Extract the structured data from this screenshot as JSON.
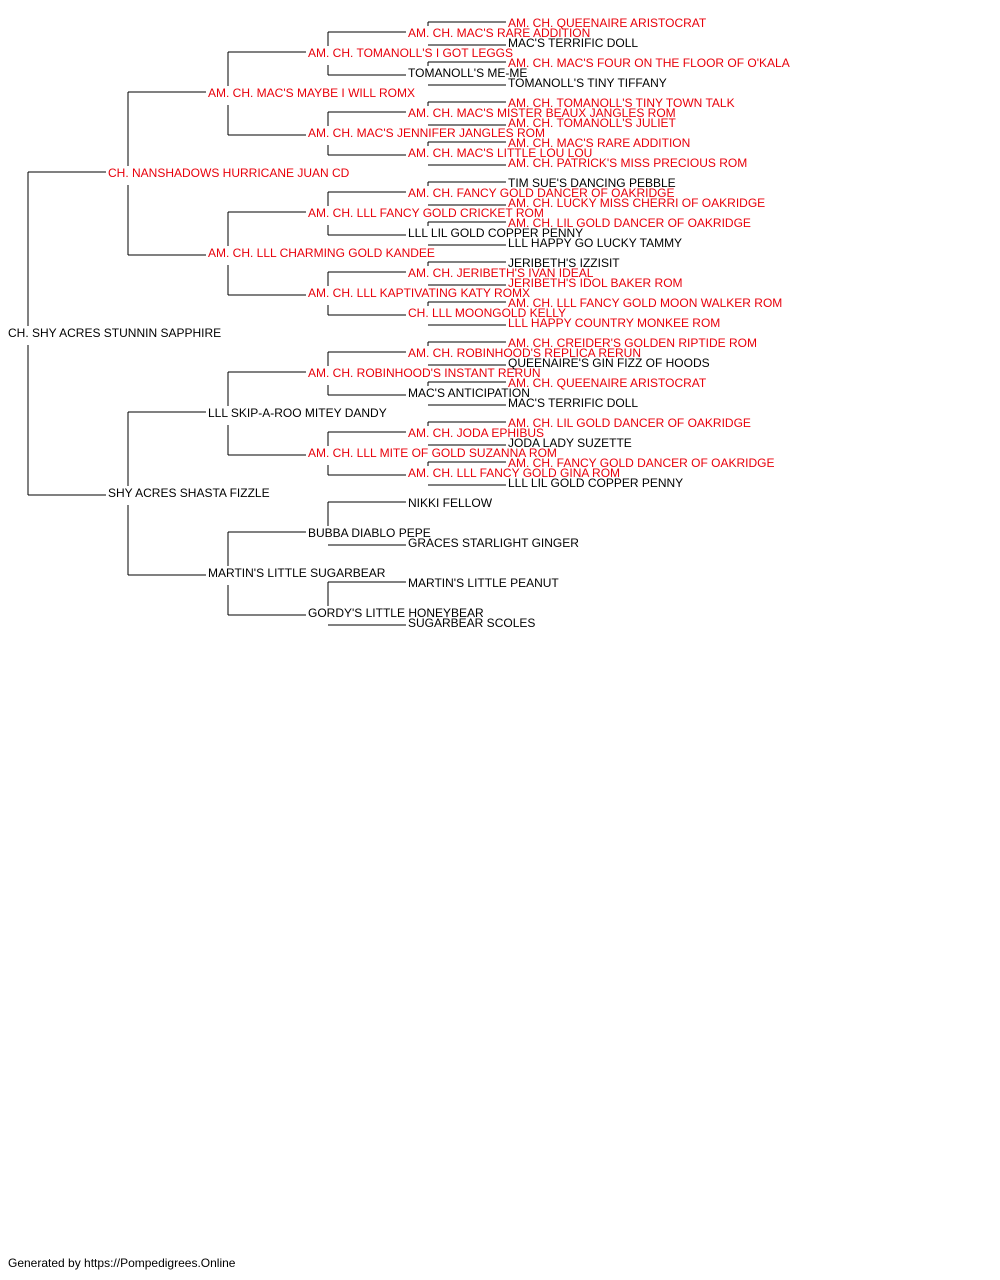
{
  "colors": {
    "champion": "#e8000b",
    "normal": "#000000"
  },
  "footer": "Generated by https://Pompedigrees.Online",
  "pedigree": {
    "name": "CH. SHY ACRES STUNNIN SAPPHIRE",
    "champion": false,
    "sire": {
      "name": "CH. NANSHADOWS HURRICANE JUAN CD",
      "champion": true,
      "sire": {
        "name": "AM. CH. MAC'S MAYBE I WILL ROMX",
        "champion": true,
        "sire": {
          "name": "AM. CH. TOMANOLL'S I GOT LEGGS",
          "champion": true,
          "sire": {
            "name": "AM. CH. MAC'S RARE ADDITION",
            "champion": true,
            "sire": {
              "name": "AM. CH. QUEENAIRE ARISTOCRAT",
              "champion": true
            },
            "dam": {
              "name": "MAC'S TERRIFIC DOLL",
              "champion": false
            }
          },
          "dam": {
            "name": "TOMANOLL'S ME-ME",
            "champion": false,
            "sire": {
              "name": "AM. CH. MAC'S FOUR ON THE FLOOR OF O'KALA",
              "champion": true
            },
            "dam": {
              "name": "TOMANOLL'S TINY TIFFANY",
              "champion": false
            }
          }
        },
        "dam": {
          "name": "AM. CH. MAC'S JENNIFER JANGLES ROM",
          "champion": true,
          "sire": {
            "name": "AM. CH. MAC'S MISTER BEAUX JANGLES ROM",
            "champion": true,
            "sire": {
              "name": "AM. CH. TOMANOLL'S TINY TOWN TALK",
              "champion": true
            },
            "dam": {
              "name": "AM. CH. TOMANOLL'S JULIET",
              "champion": true
            }
          },
          "dam": {
            "name": "AM. CH. MAC'S LITTLE LOU LOU",
            "champion": true,
            "sire": {
              "name": "AM. CH. MAC'S RARE ADDITION",
              "champion": true
            },
            "dam": {
              "name": "AM. CH. PATRICK'S MISS PRECIOUS ROM",
              "champion": true
            }
          }
        }
      },
      "dam": {
        "name": "AM. CH. LLL CHARMING GOLD KANDEE",
        "champion": true,
        "sire": {
          "name": "AM. CH. LLL FANCY GOLD CRICKET ROM",
          "champion": true,
          "sire": {
            "name": "AM. CH. FANCY GOLD DANCER OF OAKRIDGE",
            "champion": true,
            "sire": {
              "name": "TIM SUE'S DANCING PEBBLE",
              "champion": false
            },
            "dam": {
              "name": "AM. CH. LUCKY MISS CHERRI OF OAKRIDGE",
              "champion": true
            }
          },
          "dam": {
            "name": "LLL LIL GOLD COPPER PENNY",
            "champion": false,
            "sire": {
              "name": "AM. CH. LIL GOLD DANCER OF OAKRIDGE",
              "champion": true
            },
            "dam": {
              "name": "LLL HAPPY GO LUCKY TAMMY",
              "champion": false
            }
          }
        },
        "dam": {
          "name": "AM. CH. LLL KAPTIVATING KATY ROMX",
          "champion": true,
          "sire": {
            "name": "AM. CH. JERIBETH'S IVAN IDEAL",
            "champion": true,
            "sire": {
              "name": "JERIBETH'S IZZISIT",
              "champion": false
            },
            "dam": {
              "name": "JERIBETH'S IDOL BAKER ROM",
              "champion": true
            }
          },
          "dam": {
            "name": "CH. LLL MOONGOLD KELLY",
            "champion": true,
            "sire": {
              "name": "AM. CH. LLL FANCY GOLD MOON WALKER ROM",
              "champion": true
            },
            "dam": {
              "name": "LLL HAPPY COUNTRY MONKEE ROM",
              "champion": true
            }
          }
        }
      }
    },
    "dam": {
      "name": "SHY ACRES SHASTA FIZZLE",
      "champion": false,
      "sire": {
        "name": "LLL SKIP-A-ROO MITEY DANDY",
        "champion": false,
        "sire": {
          "name": "AM. CH. ROBINHOOD'S INSTANT RERUN",
          "champion": true,
          "sire": {
            "name": "AM. CH. ROBINHOOD'S REPLICA RERUN",
            "champion": true,
            "sire": {
              "name": "AM. CH. CREIDER'S GOLDEN RIPTIDE ROM",
              "champion": true
            },
            "dam": {
              "name": "QUEENAIRE'S GIN FIZZ OF HOODS",
              "champion": false
            }
          },
          "dam": {
            "name": "MAC'S ANTICIPATION",
            "champion": false,
            "sire": {
              "name": "AM. CH. QUEENAIRE ARISTOCRAT",
              "champion": true
            },
            "dam": {
              "name": "MAC'S TERRIFIC DOLL",
              "champion": false
            }
          }
        },
        "dam": {
          "name": "AM. CH. LLL MITE OF GOLD SUZANNA ROM",
          "champion": true,
          "sire": {
            "name": "AM. CH. JODA EPHIBUS",
            "champion": true,
            "sire": {
              "name": "AM. CH. LIL GOLD DANCER OF OAKRIDGE",
              "champion": true
            },
            "dam": {
              "name": "JODA LADY SUZETTE",
              "champion": false
            }
          },
          "dam": {
            "name": "AM. CH. LLL FANCY GOLD GINA ROM",
            "champion": true,
            "sire": {
              "name": "AM. CH. FANCY GOLD DANCER OF OAKRIDGE",
              "champion": true
            },
            "dam": {
              "name": "LLL LIL GOLD COPPER PENNY",
              "champion": false
            }
          }
        }
      },
      "dam": {
        "name": "MARTIN'S LITTLE SUGARBEAR",
        "champion": false,
        "sire": {
          "name": "BUBBA DIABLO PEPE",
          "champion": false,
          "sire": {
            "name": "NIKKI FELLOW",
            "champion": false
          },
          "dam": {
            "name": "GRACES STARLIGHT GINGER",
            "champion": false
          }
        },
        "dam": {
          "name": "GORDY'S LITTLE HONEYBEAR",
          "champion": false,
          "sire": {
            "name": "MARTIN'S LITTLE PEANUT",
            "champion": false
          },
          "dam": {
            "name": "SUGARBEAR SCOLES",
            "champion": false
          }
        }
      }
    }
  }
}
